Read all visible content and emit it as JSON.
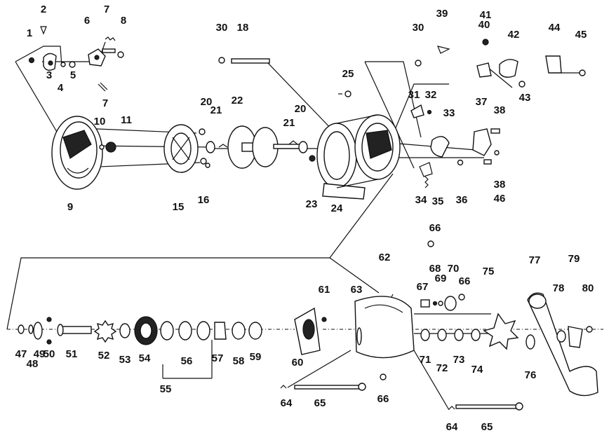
{
  "labels": [
    "1",
    "2",
    "3",
    "4",
    "5",
    "6",
    "7",
    "7",
    "8",
    "9",
    "10",
    "11",
    "15",
    "16",
    "18",
    "20",
    "20",
    "21",
    "21",
    "22",
    "23",
    "24",
    "25",
    "30",
    "30",
    "31",
    "32",
    "33",
    "34",
    "35",
    "36",
    "37",
    "38",
    "38",
    "39",
    "40",
    "41",
    "42",
    "43",
    "44",
    "45",
    "46",
    "47",
    "48",
    "49",
    "50",
    "51",
    "52",
    "53",
    "54",
    "55",
    "56",
    "57",
    "58",
    "59",
    "60",
    "61",
    "62",
    "63",
    "64",
    "64",
    "65",
    "65",
    "66",
    "66",
    "66",
    "67",
    "68",
    "69",
    "70",
    "71",
    "72",
    "73",
    "74",
    "75",
    "76",
    "77",
    "78",
    "79",
    "80"
  ]
}
